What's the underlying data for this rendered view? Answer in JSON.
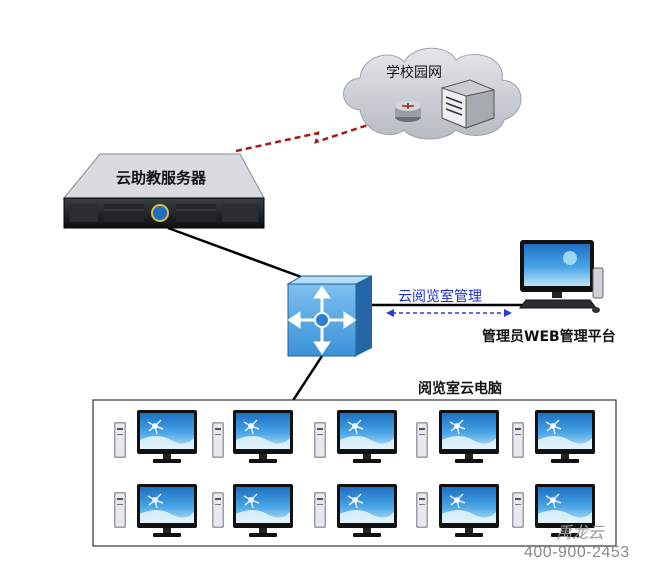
{
  "labels": {
    "cloud": "学校园网",
    "server": "云助教服务器",
    "link": "云阅览室管理",
    "admin": "管理员WEB管理平台",
    "room": "阅览室云电脑"
  },
  "watermark": {
    "brand": "禹龙云",
    "phone": "400-900-2453"
  },
  "colors": {
    "wan_link": "#a8191b",
    "admin_link": "#2a3cd8",
    "link_label": "#1a2fd9",
    "switch": "#2a7fd2",
    "cloud": "#c9cdd3"
  },
  "icons": [
    "cloud-icon",
    "router-icon",
    "server-tower-icon",
    "rack-server-icon",
    "switch-icon",
    "admin-pc-icon",
    "monitor-icon",
    "thin-client-icon"
  ]
}
